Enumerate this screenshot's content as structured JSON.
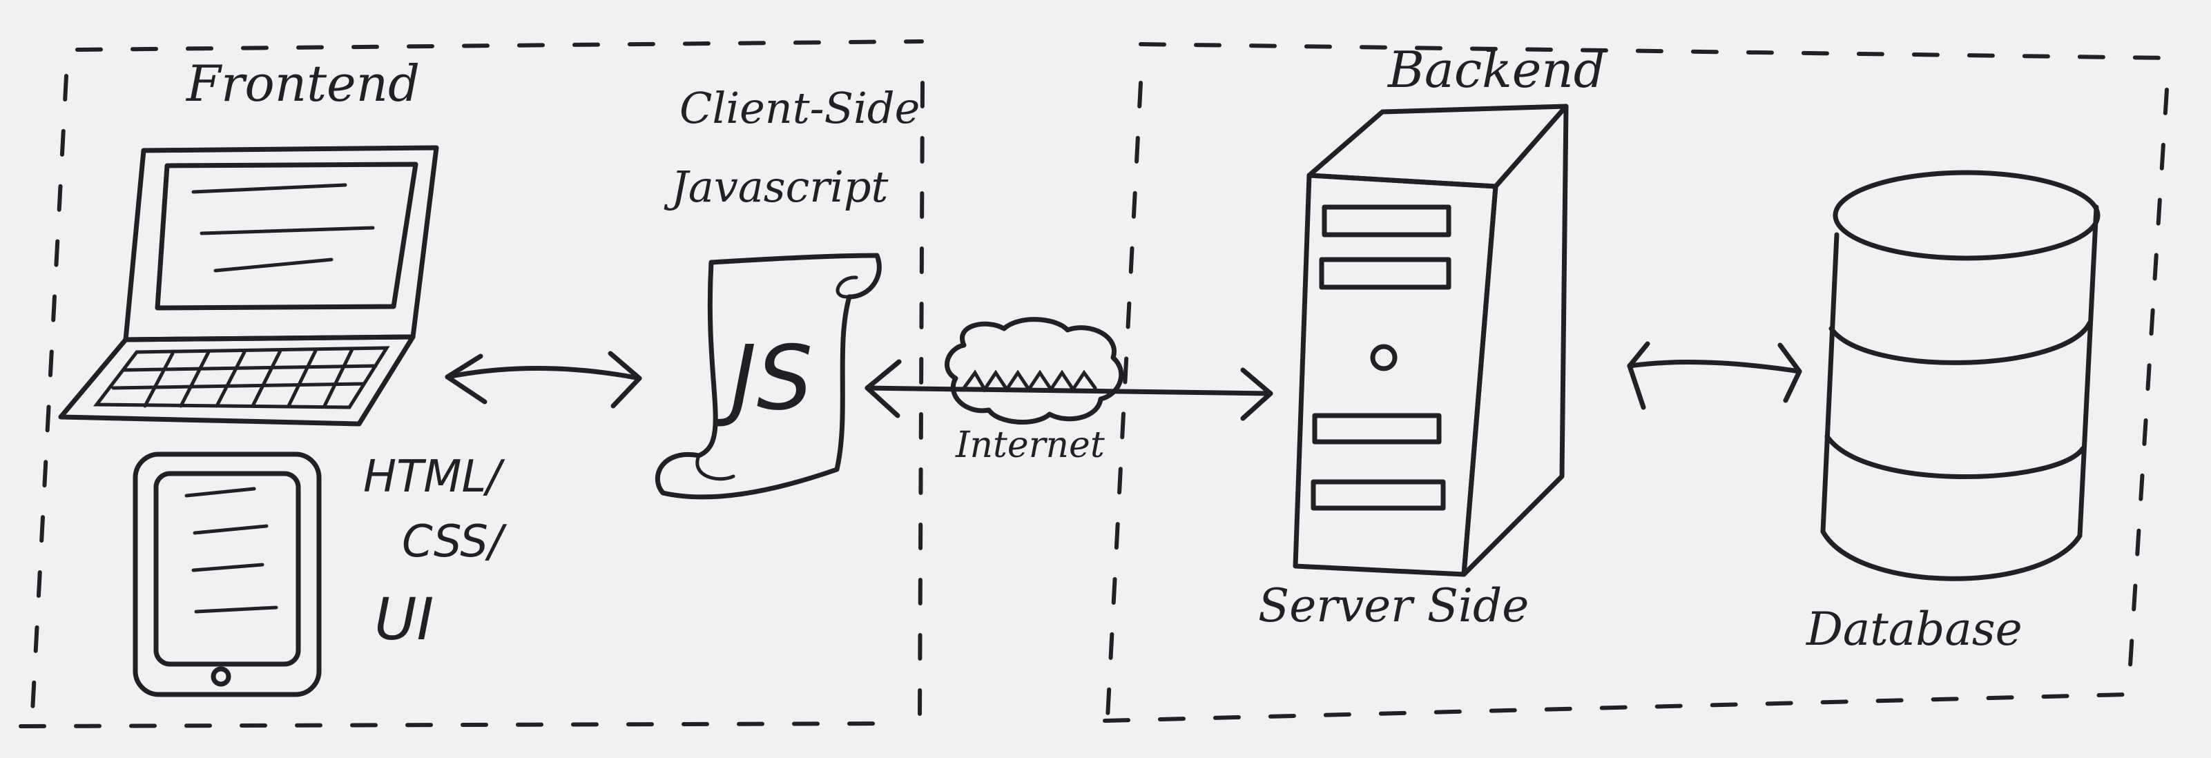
{
  "labels": {
    "frontend": "Frontend",
    "backend": "Backend",
    "client_side_line1": "Client-Side",
    "client_side_line2": "Javascript",
    "js_badge": "JS",
    "html": "HTML/",
    "css": "CSS/",
    "ui": "UI",
    "internet": "Internet",
    "server_side": "Server Side",
    "database": "Database"
  },
  "icons": {
    "laptop": "laptop-icon",
    "tablet": "tablet-icon",
    "script": "javascript-scroll-icon",
    "cloud": "internet-cloud-icon",
    "server": "server-tower-icon",
    "database": "database-cylinder-icon"
  },
  "colors": {
    "ink": "#222024",
    "paper": "#f1f0f2"
  }
}
